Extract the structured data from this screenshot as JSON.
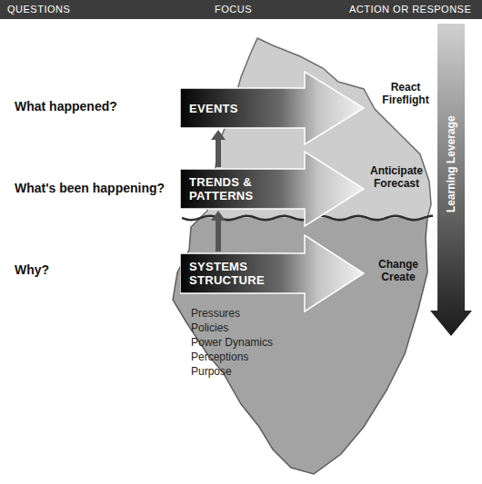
{
  "diagram": {
    "nodes": [
      {
        "text": [
          "EVENTS"
        ]
      },
      {
        "text": [
          "TRENDS & PATTERNS"
        ]
      },
      {
        "text": [
          "SYSTEMS STRUCTURE"
        ]
      }
    ],
    "edges": [
      {
        "from": 1,
        "to": 0,
        "arrow": "to"
      },
      {
        "from": 2,
        "to": 1,
        "arrow": "to"
      }
    ],
    "labels": [
      "QUESTIONS",
      "FOCUS",
      "ACTION OR RESPONSE",
      "What happened?",
      "What's been happening?",
      "Why?",
      "React Fireflight",
      "Anticipate Forecast",
      "Change Create",
      "Pressures",
      "Policies",
      "Power Dynamics",
      "Perceptions",
      "Purpose",
      "Learning Leverage"
    ]
  }
}
